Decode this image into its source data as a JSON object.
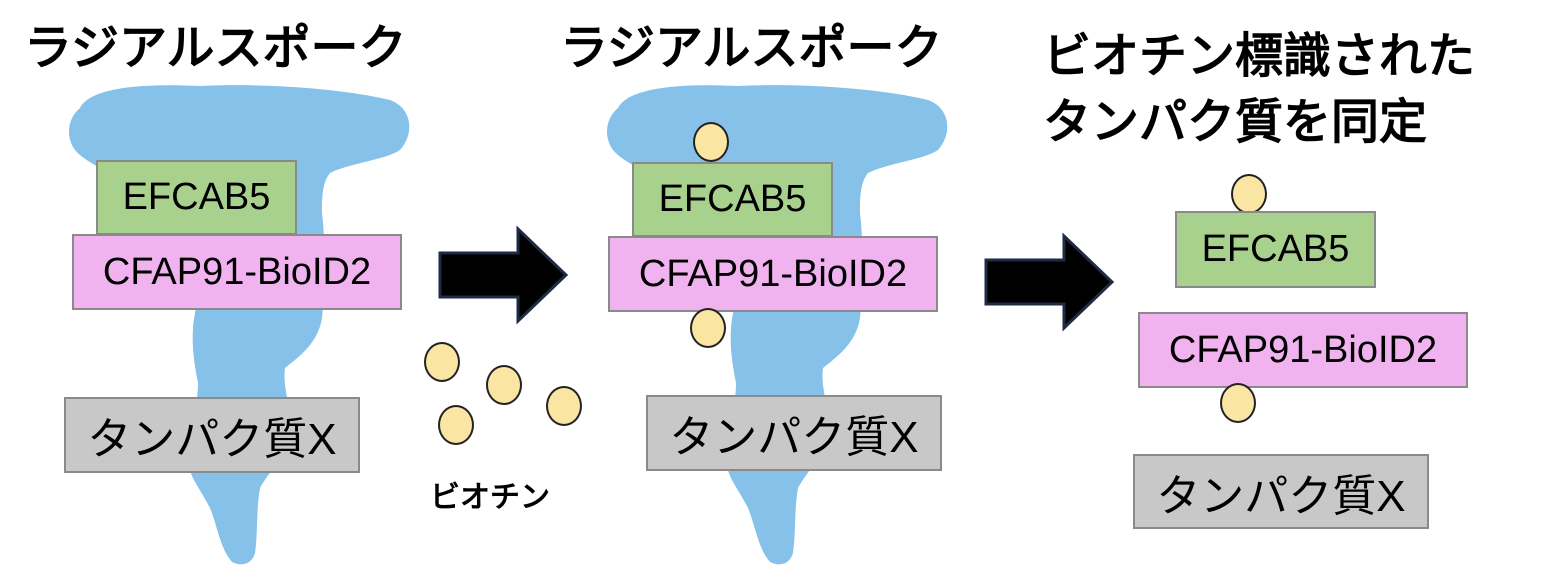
{
  "panels": [
    {
      "title": "ラジアルスポーク",
      "efcab_label": "EFCAB5",
      "cfap_label": "CFAP91-BioID2",
      "protein_x_label": "タンパク質X"
    },
    {
      "title": "ラジアルスポーク",
      "efcab_label": "EFCAB5",
      "cfap_label": "CFAP91-BioID2",
      "protein_x_label": "タンパク質X"
    },
    {
      "title_line1": "ビオチン標識された",
      "title_line2": "タンパク質を同定",
      "efcab_label": "EFCAB5",
      "cfap_label": "CFAP91-BioID2",
      "protein_x_label": "タンパク質X"
    }
  ],
  "biotin_label": "ビオチン",
  "colors": {
    "spoke": "#86c1ea",
    "efcab": "#a9d18e",
    "cfap": "#f1b3ef",
    "protein_x": "#c8c8c8",
    "biotin": "#fbe5a3",
    "arrow": "#000000"
  }
}
